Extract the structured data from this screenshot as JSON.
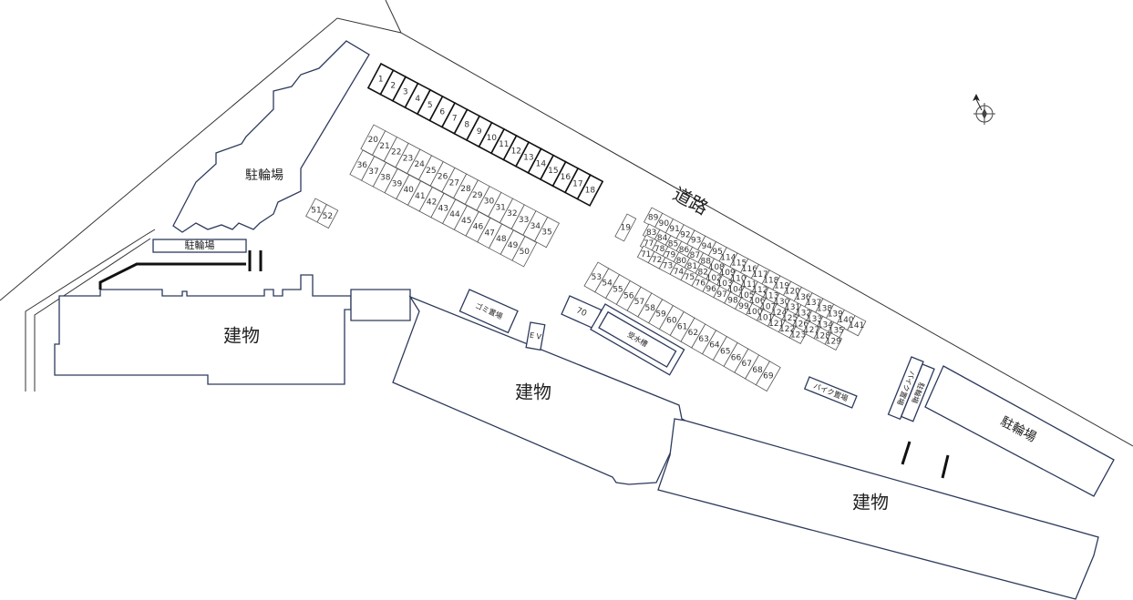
{
  "labels": {
    "road": "道路",
    "bike_parking_top": "駐輪場",
    "bike_parking_small": "駐輪場",
    "bike_parking_right": "駐輪場",
    "building_left": "建物",
    "building_center": "建物",
    "building_right": "建物",
    "garbage": "ゴミ置場",
    "ev": "E V",
    "water_tank": "受水槽",
    "motorcycle_parking": "バイク置場",
    "motorcycle_parking_b": "バイク置場",
    "bicycle_parking_b": "駐輪場",
    "stall_70": "70"
  },
  "compass": "north-arrow-icon",
  "parking": {
    "row_a": [
      "1",
      "2",
      "3",
      "4",
      "5",
      "6",
      "7",
      "8",
      "9",
      "10",
      "11",
      "12",
      "13",
      "14",
      "15",
      "16",
      "17",
      "18"
    ],
    "row_b": [
      "20",
      "21",
      "22",
      "23",
      "24",
      "25",
      "26",
      "27",
      "28",
      "29",
      "30",
      "31",
      "32",
      "33",
      "34",
      "35"
    ],
    "row_c": [
      "36",
      "37",
      "38",
      "39",
      "40",
      "41",
      "42",
      "43",
      "44",
      "45",
      "46",
      "47",
      "48",
      "49",
      "50"
    ],
    "pair": [
      "51",
      "52"
    ],
    "row_d": [
      "53",
      "54",
      "55",
      "56",
      "57",
      "58",
      "59",
      "60",
      "61",
      "62",
      "63",
      "64",
      "65",
      "66",
      "67",
      "68",
      "69"
    ],
    "block_top": [
      "19",
      "89",
      "90",
      "91",
      "92",
      "93",
      "94",
      "95",
      "114",
      "115",
      "116",
      "117",
      "118",
      "119",
      "120",
      "136",
      "137",
      "138",
      "139",
      "140",
      "141"
    ],
    "block_mid": [
      "83",
      "84",
      "85",
      "86",
      "87",
      "88",
      "108",
      "109",
      "110",
      "111",
      "112",
      "113",
      "130",
      "131",
      "132",
      "133",
      "134",
      "135"
    ],
    "block_low1": [
      "77",
      "78",
      "79",
      "80",
      "81",
      "82",
      "102",
      "103",
      "104",
      "105",
      "106",
      "107",
      "124",
      "125",
      "126",
      "127",
      "128",
      "129"
    ],
    "block_low2": [
      "71",
      "72",
      "73",
      "74",
      "75",
      "76",
      "96",
      "97",
      "98",
      "99",
      "100",
      "101",
      "121",
      "122",
      "123"
    ]
  }
}
